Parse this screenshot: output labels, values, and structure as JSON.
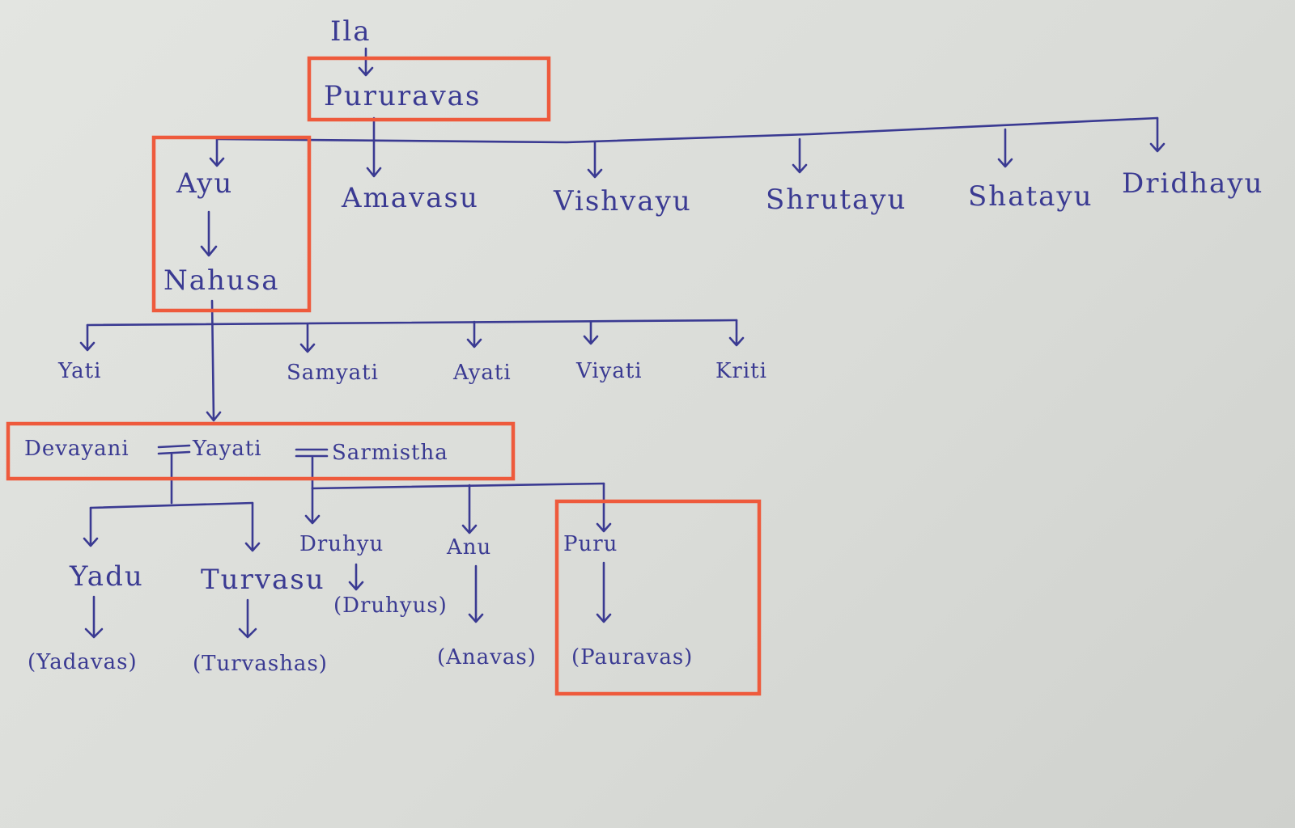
{
  "diagram": {
    "colors": {
      "ink": "#3a3a92",
      "highlight": "#ee5a3c",
      "paper": "#dddfdc"
    },
    "nodes": {
      "ila": "Ila",
      "pururavas": "Pururavas",
      "ayu": "Ayu",
      "amavasu": "Amavasu",
      "vishvayu": "Vishvayu",
      "shrutayu": "Shrutayu",
      "shatayu": "Shatayu",
      "dridhayu": "Dridhayu",
      "nahusa": "Nahusa",
      "yati": "Yati",
      "samyati": "Samyati",
      "ayati": "Ayati",
      "viyati": "Viyati",
      "kriti": "Kriti",
      "devayani": "Devayani",
      "yayati": "Yayati",
      "sarmistha": "Sarmistha",
      "yadu": "Yadu",
      "turvasu": "Turvasu",
      "druhyu": "Druhyu",
      "anu": "Anu",
      "puru": "Puru",
      "yadavas": "(Yadavas)",
      "turvashas": "(Turvashas)",
      "druhyus": "(Druhyus)",
      "anavas": "(Anavas)",
      "pauravas": "(Pauravas)"
    }
  }
}
